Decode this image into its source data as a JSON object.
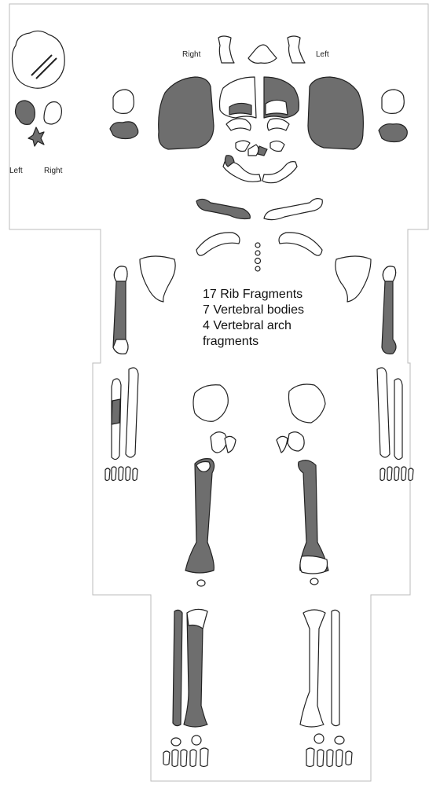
{
  "labels": {
    "cranial_right": "Right",
    "cranial_left": "Left",
    "ear_left": "Left",
    "ear_right": "Right"
  },
  "inventory": [
    "17 Rib Fragments",
    "7 Vertebral bodies",
    "4 Vertebral arch",
    "fragments"
  ],
  "colors": {
    "present": "#6e6e6e",
    "absent": "#ffffff",
    "outline": "#222222"
  }
}
